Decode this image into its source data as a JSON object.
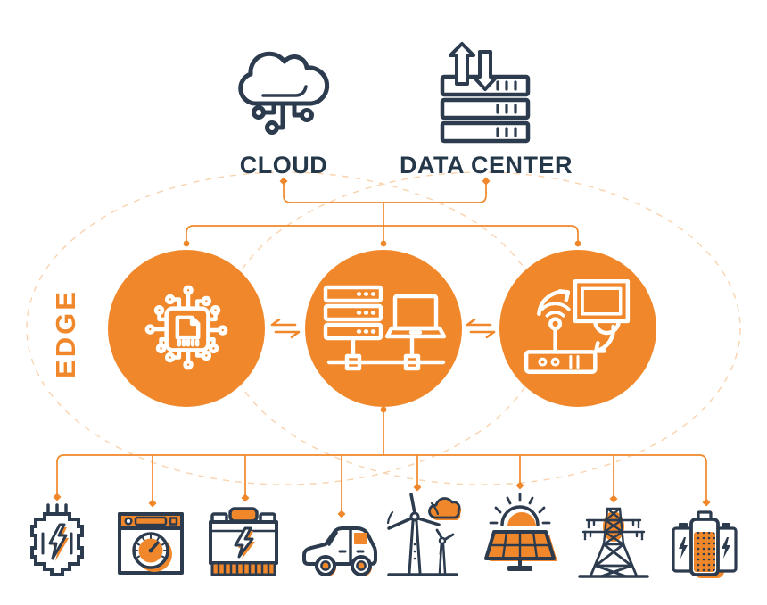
{
  "diagram": {
    "cloud": {
      "label": "CLOUD",
      "icon": "cloud-network-icon"
    },
    "data_center": {
      "label": "DATA CENTER",
      "icon": "server-stack-arrows-icon"
    },
    "edge": {
      "label": "EDGE",
      "link_icon": "bidirectional-arrows-icon",
      "nodes": [
        {
          "name": "edge-chip-node",
          "icon": "circuit-chip-icon"
        },
        {
          "name": "edge-server-laptop-node",
          "icon": "server-laptop-network-icon"
        },
        {
          "name": "edge-router-monitor-node",
          "icon": "router-monitor-sync-icon"
        }
      ]
    },
    "devices": [
      {
        "name": "electrical-panel",
        "icon": "electrical-panel-icon"
      },
      {
        "name": "smart-meter",
        "icon": "smart-meter-icon"
      },
      {
        "name": "car-battery",
        "icon": "car-battery-icon"
      },
      {
        "name": "electric-car",
        "icon": "electric-car-icon"
      },
      {
        "name": "wind-turbines",
        "icon": "wind-turbine-icon"
      },
      {
        "name": "solar-panel",
        "icon": "solar-panel-icon"
      },
      {
        "name": "transmission-tower",
        "icon": "transmission-tower-icon"
      },
      {
        "name": "battery-pack",
        "icon": "battery-pack-icon"
      }
    ]
  },
  "colors": {
    "orange": "#F0882B",
    "navy": "#2C3B4E",
    "text_navy": "#25384A",
    "dashed_orange": "#F8CBA0",
    "white": "#FFFFFF"
  }
}
